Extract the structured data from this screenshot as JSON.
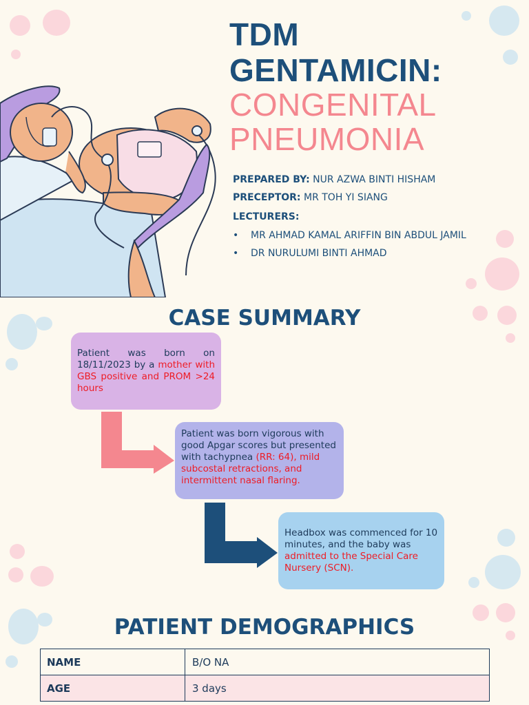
{
  "title": {
    "line1": "TDM",
    "line2": "GENTAMICIN:",
    "line3": "CONGENITAL",
    "line4": "PNEUMONIA"
  },
  "credits": {
    "prepared_label": "PREPARED BY:",
    "prepared_value": " NUR AZWA BINTI HISHAM",
    "preceptor_label": "PRECEPTOR:",
    "preceptor_value": " MR TOH YI SIANG",
    "lecturers_label": "LECTURERS:",
    "lecturers": [
      "MR AHMAD KAMAL ARIFFIN BIN ABDUL JAMIL",
      "DR NURULUMI BINTI AHMAD"
    ],
    "bullet": "•"
  },
  "case_summary": {
    "heading": "CASE SUMMARY",
    "box1_plain": "Patient was born on 18/11/2023 by a ",
    "box1_red": "mother with GBS positive and PROM >24 hours",
    "box2_plain": "Patient was born vigorous with good Apgar scores but presented with tachypnea ",
    "box2_red": "(RR: 64), mild subcostal retractions, and intermittent nasal flaring.",
    "box3_plain": "Headbox was commenced for 10 minutes, and the baby was ",
    "box3_red": "admitted to the Special Care Nursery (SCN)."
  },
  "demographics": {
    "heading": "PATIENT DEMOGRAPHICS",
    "rows": [
      {
        "key": "NAME",
        "value": "B/O NA"
      },
      {
        "key": "AGE",
        "value": "3 days"
      }
    ]
  },
  "colors": {
    "background": "#fdf9ef",
    "navy": "#1d4f7a",
    "pink": "#f4878f",
    "red": "#ee1c25",
    "box1": "#d9b3e6",
    "box2": "#b3b3ea",
    "box3": "#a7d2ef"
  }
}
